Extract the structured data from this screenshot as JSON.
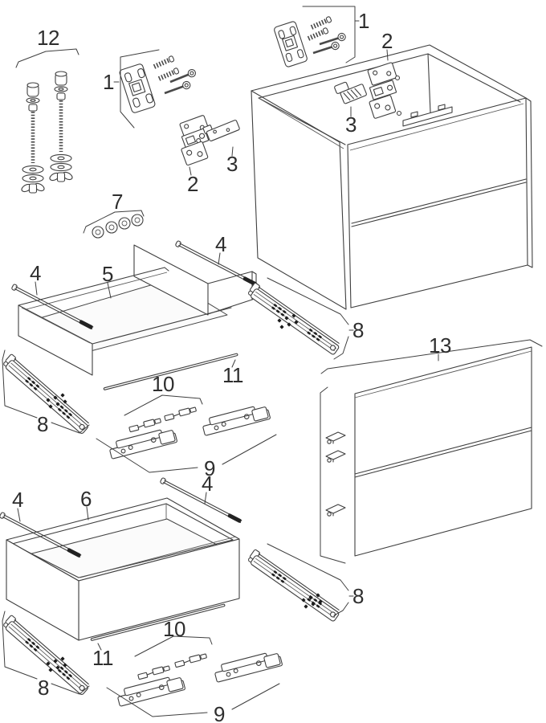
{
  "diagram": {
    "labels": {
      "p12": "12",
      "p1_left": "1",
      "p2_left": "2",
      "p3_left": "3",
      "p1_right": "1",
      "p2_right": "2",
      "p3_right": "3",
      "p7": "7",
      "p4_mid_left": "4",
      "p4_mid_right": "4",
      "p5": "5",
      "p8_mid_right": "8",
      "p8_mid_left": "8",
      "p13": "13",
      "p11_mid": "11",
      "p10_mid": "10",
      "p9_mid": "9",
      "p4_bot_left": "4",
      "p4_bot_right": "4",
      "p6": "6",
      "p8_bot_right": "8",
      "p8_bot_left": "8",
      "p11_bot": "11",
      "p10_bot": "10",
      "p9_bot": "9"
    },
    "colors": {
      "background": "#ffffff",
      "line": "#3f3f3f",
      "label_text": "#2e2e2e",
      "dark_accent": "#1c1c1c"
    }
  }
}
